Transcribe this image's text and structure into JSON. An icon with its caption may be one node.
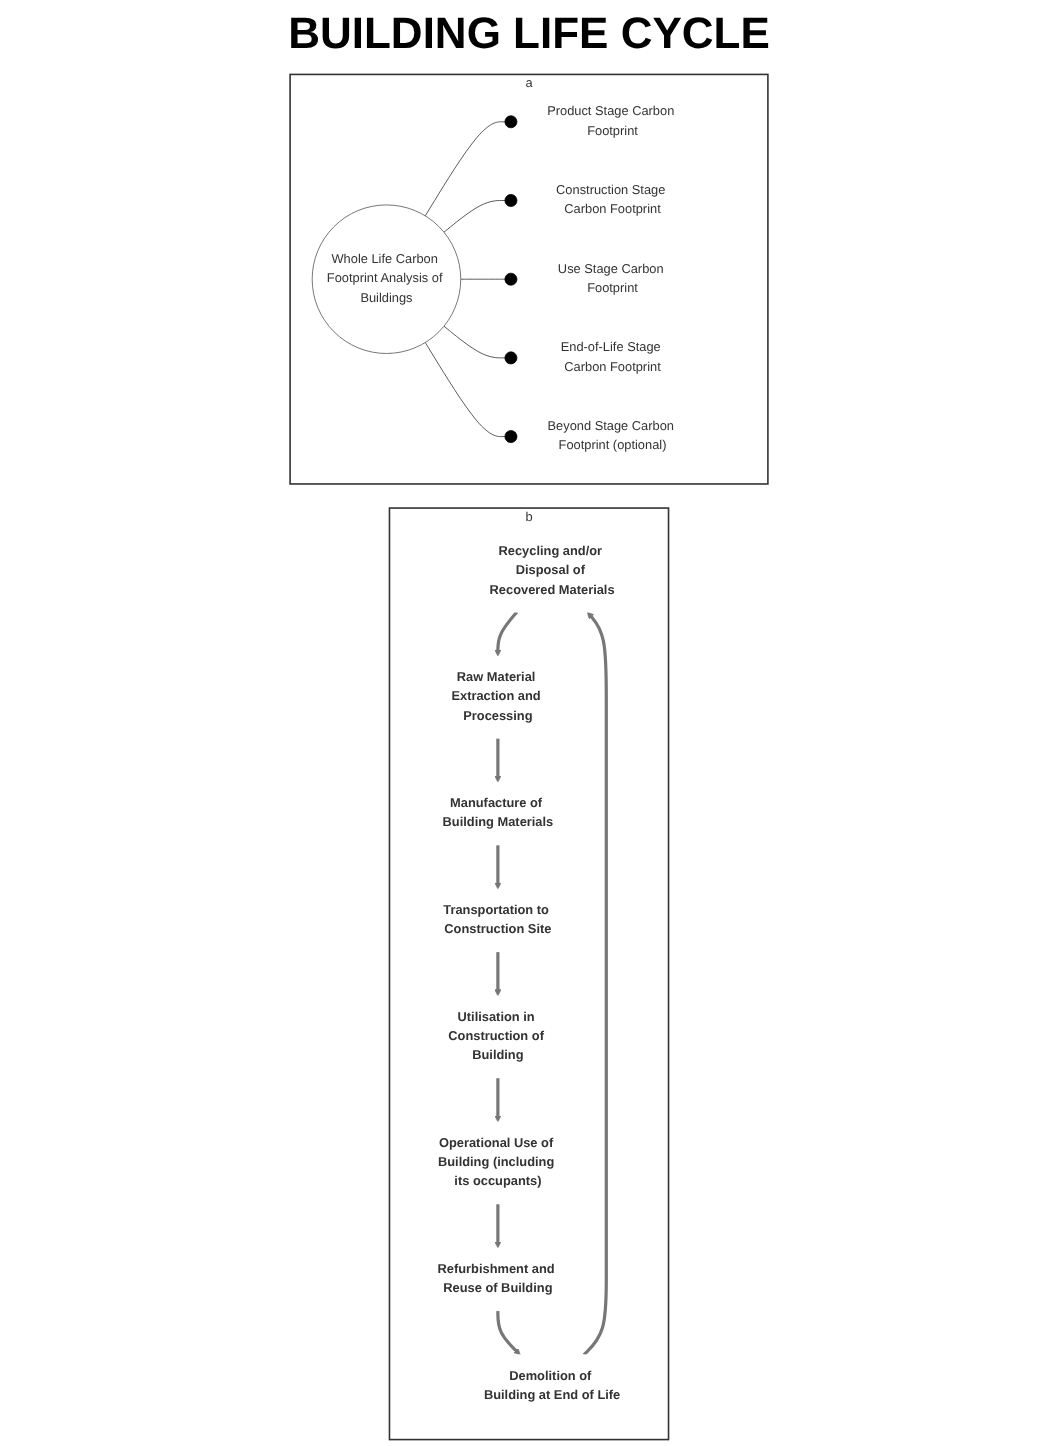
{
  "diagram": {
    "nodes": [
      {
        "text": [
          "a"
        ]
      },
      {
        "text": [
          "Whole Life Carbon Footprint Analysis of Buildings"
        ],
        "in": 0
      },
      {
        "text": [],
        "shape": "circle",
        "beside": [
          "Product Stage Carbon Footprint"
        ],
        "in": 0
      },
      {
        "text": [],
        "shape": "circle",
        "beside": [
          "Construction Stage Carbon Footprint"
        ],
        "in": 0
      },
      {
        "text": [],
        "shape": "circle",
        "beside": [
          "Use Stage Carbon Footprint"
        ],
        "in": 0
      },
      {
        "text": [],
        "shape": "circle",
        "beside": [
          "End-of-Life Stage Carbon Footprint"
        ],
        "in": 0
      },
      {
        "text": [],
        "shape": "circle",
        "beside": [
          "Beyond Stage Carbon Footprint (optional)"
        ],
        "in": 0
      },
      {
        "text": [
          "b"
        ]
      },
      {
        "text": [
          "Recycling and/or Disposal of Recovered Materials"
        ],
        "in": 7
      },
      {
        "text": [
          "Raw Material Extraction and Processing"
        ],
        "in": 7
      },
      {
        "text": [
          "Manufacture of Building Materials"
        ],
        "in": 7
      },
      {
        "text": [
          "Transportation to Construction Site"
        ],
        "in": 7
      },
      {
        "text": [
          "Utilisation in Construction of Building"
        ],
        "in": 7
      },
      {
        "text": [
          "Operational Use of Building (including its occupants)"
        ],
        "in": 7
      },
      {
        "text": [
          "Refurbishment and Reuse of Building"
        ],
        "in": 7
      },
      {
        "text": [
          "Demolition of Building at End of Life"
        ],
        "in": 7
      }
    ],
    "edges": [
      {
        "from": 1,
        "to": 2,
        "arrow": "none"
      },
      {
        "from": 1,
        "to": 3,
        "arrow": "none"
      },
      {
        "from": 1,
        "to": 4,
        "arrow": "none"
      },
      {
        "from": 1,
        "to": 5,
        "arrow": "none"
      },
      {
        "from": 1,
        "to": 6,
        "arrow": "none"
      },
      {
        "from": 8,
        "to": 9,
        "arrow": "to"
      },
      {
        "from": 9,
        "to": 10,
        "arrow": "to"
      },
      {
        "from": 10,
        "to": 11,
        "arrow": "to"
      },
      {
        "from": 11,
        "to": 12,
        "arrow": "to"
      },
      {
        "from": 12,
        "to": 13,
        "arrow": "to"
      },
      {
        "from": 13,
        "to": 14,
        "arrow": "to"
      },
      {
        "from": 14,
        "to": 15,
        "arrow": "to"
      },
      {
        "from": 15,
        "to": 8,
        "arrow": "to"
      }
    ],
    "labels": [
      "BUILDING LIFE CYCLE"
    ]
  }
}
